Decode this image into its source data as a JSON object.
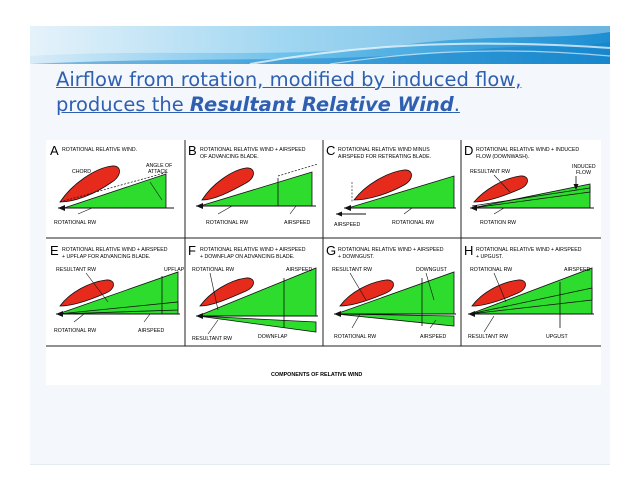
{
  "slide": {
    "title_part1": "Airflow from rotation, modified by induced flow, produces the ",
    "title_emphasis": "Resultant Relative Wind",
    "title_end": "."
  },
  "colors": {
    "accent_blue": "#2f5fb0",
    "banner_light": "#cfe6f5",
    "banner_mid": "#63b6e6",
    "banner_dark": "#1f8fd0",
    "airfoil_red": "#e62a1c",
    "flow_green": "#2edc2e"
  },
  "figure": {
    "caption": "COMPONENTS OF RELATIVE WIND",
    "panels": [
      {
        "letter": "A",
        "caption": [
          "ROTATIONAL RELATIVE WIND."
        ],
        "labels": {
          "chord": "CHORD",
          "angle1": "ANGLE OF",
          "angle2": "ATTACK",
          "rotational": "ROTATIONAL RW"
        }
      },
      {
        "letter": "B",
        "caption": [
          "ROTATIONAL RELATIVE WIND + AIRSPEED",
          "OF ADVANCING BLADE."
        ],
        "labels": {
          "rotational": "ROTATIONAL RW",
          "airspeed": "AIRSPEED"
        }
      },
      {
        "letter": "C",
        "caption": [
          "ROTATIONAL RELATIVE WIND MINUS",
          "AIRSPEED FOR RETREATING BLADE."
        ],
        "labels": {
          "airspeed": "AIRSPEED",
          "rotational": "ROTATIONAL RW"
        }
      },
      {
        "letter": "D",
        "caption": [
          "ROTATIONAL RELATIVE WIND + INDUCED",
          "FLOW (DOWNWASH)."
        ],
        "labels": {
          "resultant": "RESULTANT RW",
          "induced1": "INDUCED",
          "induced2": "FLOW",
          "rotational": "ROTATION RW"
        }
      },
      {
        "letter": "E",
        "caption": [
          "ROTATIONAL RELATIVE WIND + AIRSPEED",
          "+ UPFLAP FOR ADVANCING BLADE."
        ],
        "labels": {
          "resultant": "RESULTANT RW",
          "upflap": "UPFLAP",
          "rotational": "ROTATIONAL RW",
          "airspeed": "AIRSPEED"
        }
      },
      {
        "letter": "F",
        "caption": [
          "ROTATIONAL RELATIVE WIND + AIRSPEED",
          "+ DOWNFLAP ON ADVANCING BLADE."
        ],
        "labels": {
          "rotational": "ROTATIONAL RW",
          "airspeed": "AIRSPEED",
          "resultant": "RESULTANT RW",
          "downflap": "DOWNFLAP"
        }
      },
      {
        "letter": "G",
        "caption": [
          "ROTATIONAL RELATIVE WIND + AIRSPEED",
          "+ DOWNGUST."
        ],
        "labels": {
          "resultant": "RESULTANT RW",
          "downgust": "DOWNGUST",
          "rotational": "ROTATIONAL RW",
          "airspeed": "AIRSPEED"
        }
      },
      {
        "letter": "H",
        "caption": [
          "ROTATIONAL RELATIVE WIND + AIRSPEED",
          "+ UPGUST."
        ],
        "labels": {
          "rotational": "ROTATIONAL RW",
          "airspeed": "AIRSPEED",
          "resultant": "RESULTANT RW",
          "upgust": "UPGUST"
        }
      }
    ]
  }
}
